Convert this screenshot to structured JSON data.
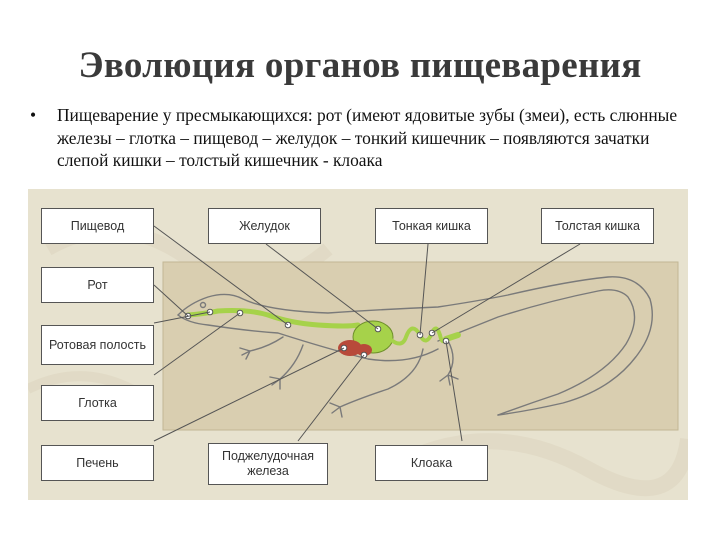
{
  "slide": {
    "title": "Эволюция органов пищеварения",
    "bullet": "Пищеварение у пресмыкающихся: рот (имеют ядовитые зубы (змеи), есть слюнные железы – глотка – пищевод – желудок – тонкий кишечник – появляются зачатки слепой кишки – толстый кишечник - клоака"
  },
  "diagram": {
    "labels": {
      "esophagus": "Пищевод",
      "stomach": "Желудок",
      "small_intestine": "Тонкая кишка",
      "large_intestine": "Толстая кишка",
      "mouth": "Рот",
      "oral_cavity": "Ротовая полость",
      "pharynx": "Глотка",
      "liver": "Печень",
      "pancreas": "Поджелудочная железа",
      "cloaca": "Клоака"
    },
    "colors": {
      "background": "#e7e2cf",
      "panel": "#d9ceb0",
      "digestive_tract": "#a6d24a",
      "liver": "#b84a3a",
      "outline": "#777777"
    }
  }
}
